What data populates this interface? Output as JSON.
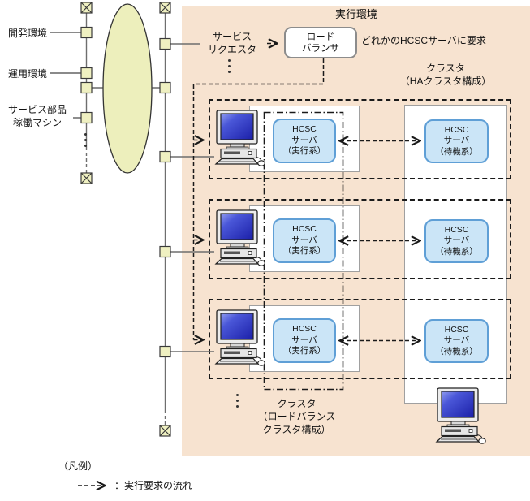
{
  "diagram": {
    "env_title": "実行環境",
    "left_panel": {
      "dev_label": "開発環境",
      "ops_label": "運用環境",
      "svc_label_line1": "サービス部品",
      "svc_label_line2": "稼働マシン"
    },
    "requester": {
      "line1": "サービス",
      "line2": "リクエスタ"
    },
    "load_balancer": {
      "line1": "ロード",
      "line2": "バランサ"
    },
    "request_note": "どれかのHCSCサーバに要求",
    "ha_cluster_label": {
      "line1": "クラスタ",
      "line2": "（HAクラスタ構成）"
    },
    "lb_cluster_label": {
      "line1": "クラスタ",
      "line2": "（ロードバランス",
      "line3": "クラスタ構成）"
    },
    "active_server": {
      "line1": "HCSC",
      "line2": "サーバ",
      "line3": "（実行系）"
    },
    "standby_server": {
      "line1": "HCSC",
      "line2": "サーバ",
      "line3": "（待機系）"
    },
    "legend": {
      "title": "（凡例）",
      "flow_label": "：実行要求の流れ"
    }
  },
  "colors": {
    "env_bg": "#f7e3d0",
    "node_fill": "#eff0c1",
    "node_border": "#3a3a3a",
    "ellipse_fill": "#edefbc",
    "server_fill": "#cbe5f7",
    "server_border": "#5f9fd6",
    "white_box_border": "#a0a0a0",
    "lan_line": "#6e6e6e",
    "flow_dash": "#1a1a1a",
    "screen_blue": "#2c36c0"
  }
}
